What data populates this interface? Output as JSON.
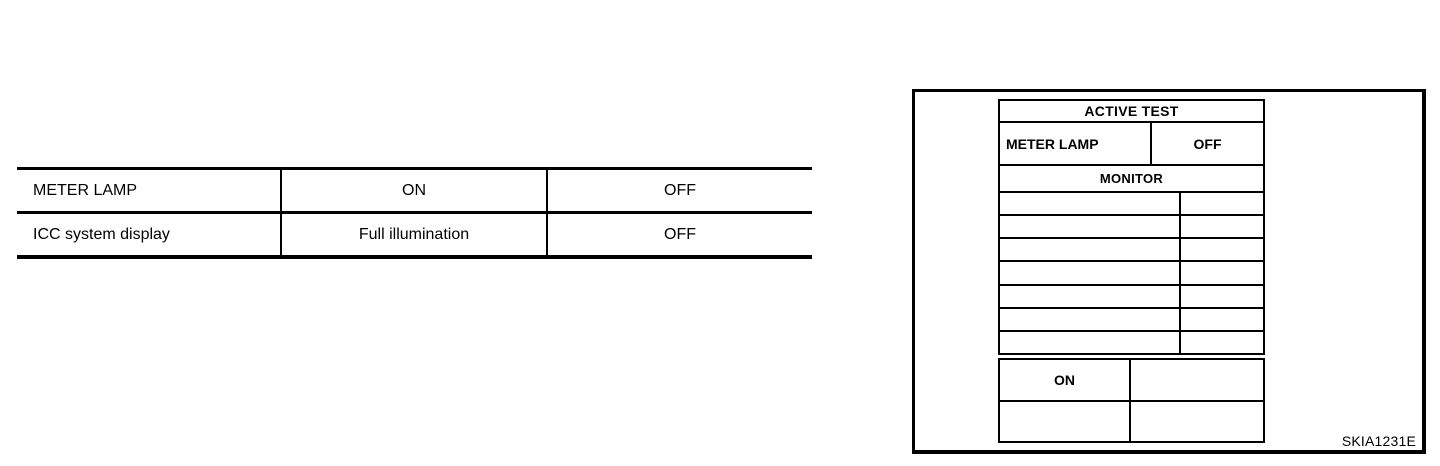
{
  "illumination_table": {
    "rows": [
      {
        "name": "METER LAMP",
        "active": "ON",
        "inactive": "OFF"
      },
      {
        "name": "ICC system display",
        "active": "Full illumination",
        "inactive": "OFF"
      }
    ]
  },
  "consult_display": {
    "header": "ACTIVE TEST",
    "test_item": {
      "label": "METER LAMP",
      "value": "OFF"
    },
    "monitor_header": "MONITOR",
    "monitor_empty_row_count": 7,
    "on_label": "ON"
  },
  "figure": {
    "code": "SKIA1231E"
  },
  "colors": {
    "ink": "#000000",
    "paper": "#ffffff"
  }
}
